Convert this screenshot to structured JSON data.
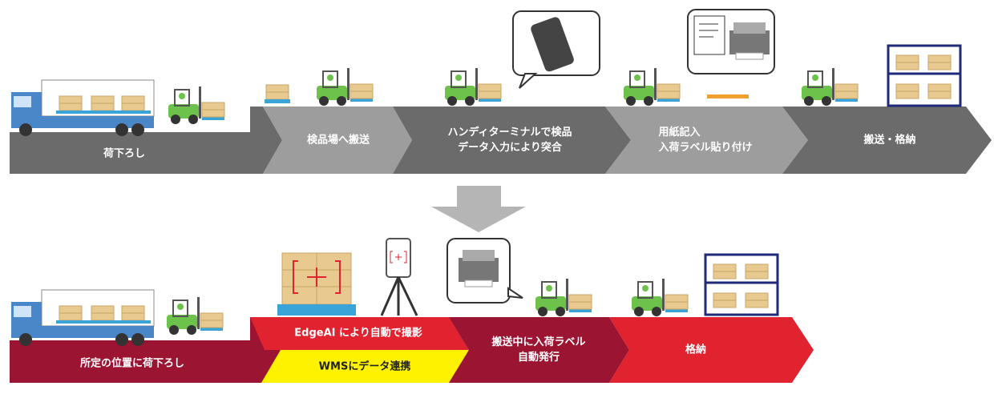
{
  "colors": {
    "gray_dark": "#6b6b6b",
    "gray_light": "#9d9d9d",
    "red_dark": "#9b1533",
    "red_bright": "#e1222f",
    "yellow": "#fff200",
    "arrow": "#b5b5b5"
  },
  "current_flow": {
    "steps": [
      {
        "label": "荷下ろし"
      },
      {
        "label": "検品場へ搬送"
      },
      {
        "label": "ハンディターミナルで検品\nデータ入力により突合"
      },
      {
        "label": "用紙記入\n入荷ラベル貼り付け"
      },
      {
        "label": "搬送・格納"
      }
    ]
  },
  "improved_flow": {
    "steps": [
      {
        "label": "所定の位置に荷下ろし"
      },
      {
        "label": "EdgeAI により自動で撮影"
      },
      {
        "label": "WMSにデータ連携"
      },
      {
        "label": "搬送中に入荷ラベル\n自動発行"
      },
      {
        "label": "格納"
      }
    ]
  },
  "icons": [
    "truck-icon",
    "forklift-icon",
    "handy-terminal-icon",
    "label-printer-icon",
    "document-pen-icon",
    "shelf-icon",
    "camera-tripod-icon",
    "pallet-boxes-icon",
    "down-arrow-icon"
  ]
}
